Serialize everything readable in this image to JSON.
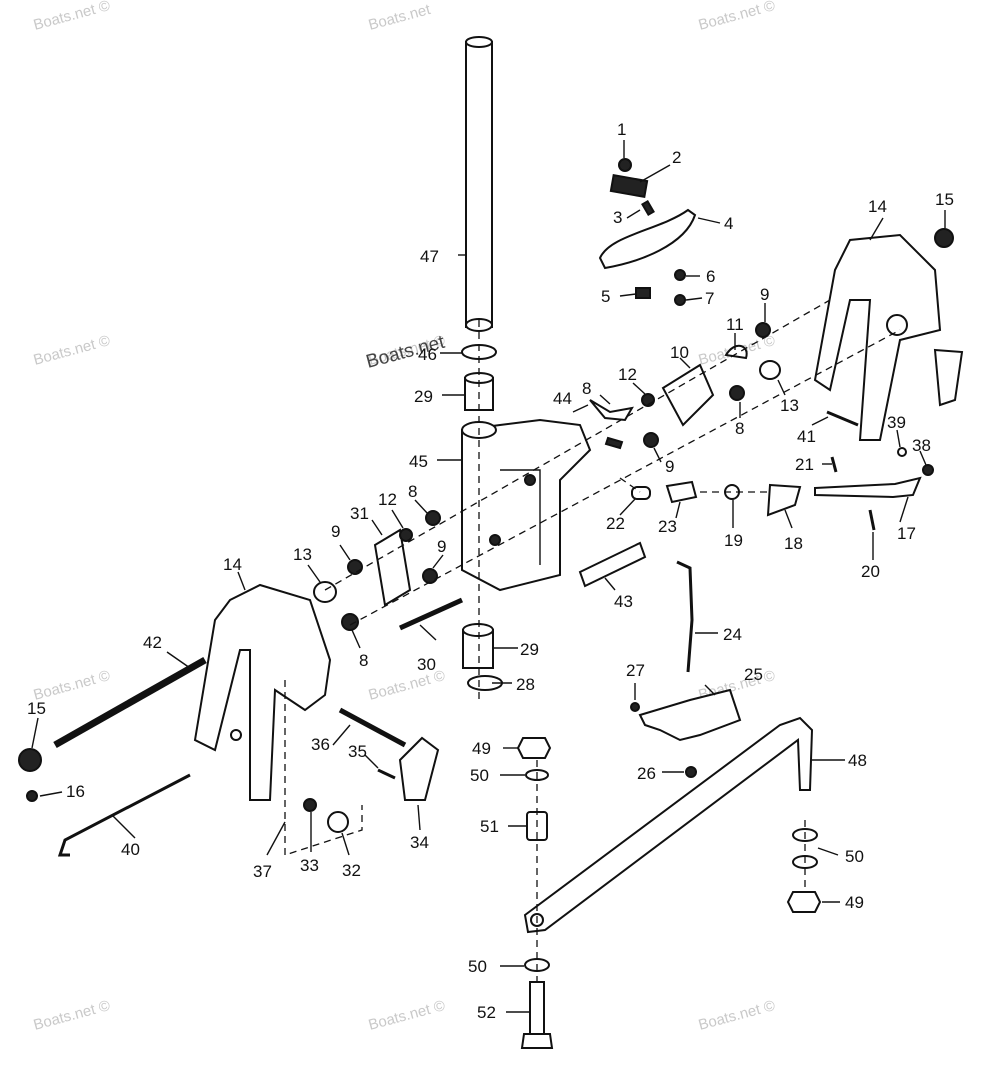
{
  "watermarks": [
    "Boats.net ©",
    "Boats.net",
    "Boats.net ©",
    "Boats.net ©",
    "Boats.net ©",
    "Boats.net ©",
    "Boats.net ©",
    "Boats.net ©",
    "Boats.net ©",
    "Boats.net ©",
    "Boats.net ©",
    "Boats.net ©"
  ],
  "overlay_watermark": "Boats.net",
  "callouts": [
    "1",
    "2",
    "3",
    "4",
    "5",
    "6",
    "7",
    "8",
    "9",
    "10",
    "11",
    "12",
    "13",
    "14",
    "15",
    "16",
    "17",
    "18",
    "19",
    "20",
    "21",
    "22",
    "23",
    "24",
    "25",
    "26",
    "27",
    "28",
    "29",
    "30",
    "31",
    "32",
    "33",
    "34",
    "35",
    "36",
    "37",
    "38",
    "39",
    "40",
    "41",
    "42",
    "43",
    "44",
    "45",
    "46",
    "47",
    "48",
    "49",
    "50",
    "51",
    "52",
    "8",
    "8",
    "8",
    "9",
    "9",
    "9",
    "12",
    "13",
    "14",
    "15",
    "29",
    "49",
    "50",
    "50"
  ]
}
